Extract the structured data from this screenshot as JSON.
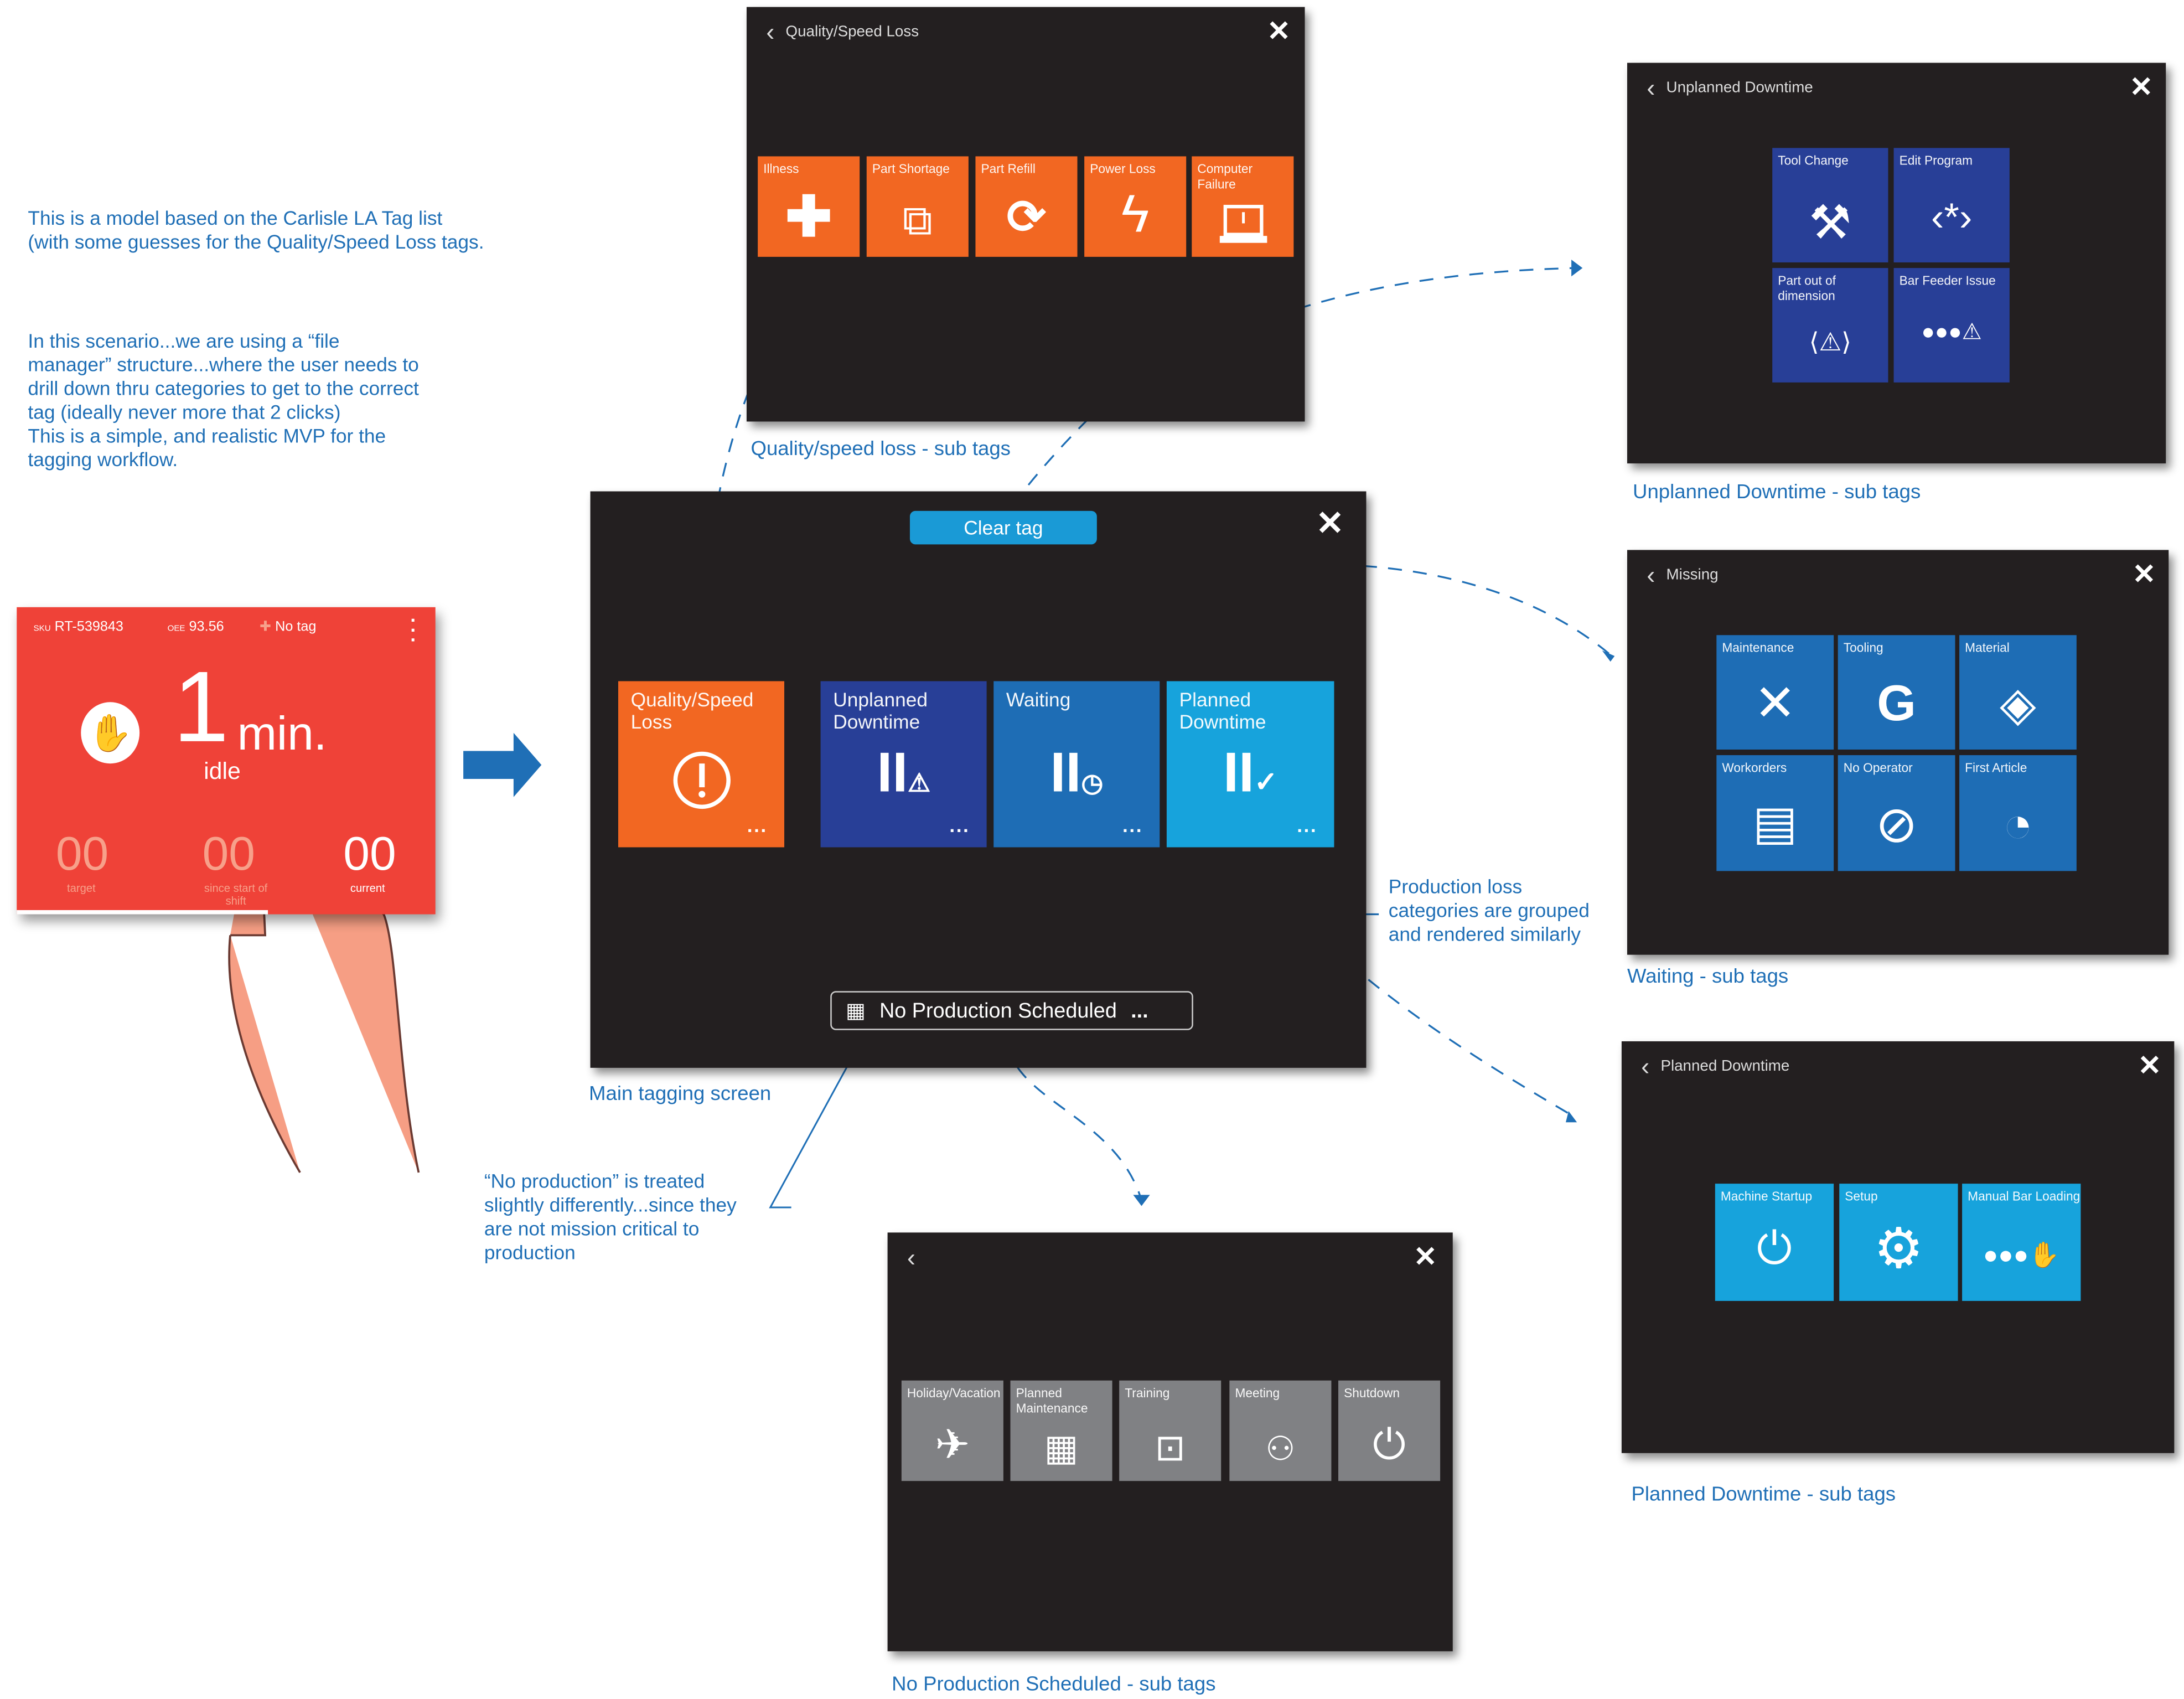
{
  "notes": {
    "intro": "This is a model based on the Carlisle LA Tag list\n(with some guesses for the Quality/Speed Loss tags.",
    "scenario": "In this scenario...we are using a “file\nmanager” structure...where the user needs to\ndrill down thru categories to get to the correct\ntag (ideally never more that 2 clicks)\nThis is a simple, and realistic MVP for the\ntagging workflow.",
    "production_loss": "Production loss\ncategories are grouped\nand rendered similarly",
    "no_production": "“No production” is treated\nslightly differently...since they\nare not mission critical to\nproduction"
  },
  "tablet": {
    "sku_label": "SKU",
    "sku": "RT-539843",
    "oee_label": "OEE",
    "oee": "93.56",
    "tag": "No tag",
    "duration": "1",
    "unit": "min.",
    "state": "idle",
    "target_value": "00",
    "target_label": "target",
    "since_value": "00",
    "since_label": "since start of shift",
    "current_value": "00",
    "current_label": "current",
    "progress": 0.6,
    "color": "#ef4238"
  },
  "main": {
    "caption": "Main tagging screen",
    "clear_tag": "Clear tag",
    "tiles": [
      {
        "label": "Quality/Speed Loss",
        "color": "#f26722",
        "icon": "alert-circle-icon"
      },
      {
        "label": "Unplanned Downtime",
        "color": "#283f97",
        "icon": "pause-warning-icon"
      },
      {
        "label": "Waiting",
        "color": "#1e6db5",
        "icon": "pause-clock-icon"
      },
      {
        "label": "Planned Downtime",
        "color": "#17a3dc",
        "icon": "pause-check-icon"
      }
    ],
    "more": "...",
    "no_production": "No Production Scheduled"
  },
  "quality": {
    "title": "Quality/Speed Loss",
    "caption": "Quality/speed loss - sub tags",
    "tiles": [
      "Illness",
      "Part Shortage",
      "Part Refill",
      "Power Loss",
      "Computer Failure"
    ]
  },
  "unplanned": {
    "title": "Unplanned Downtime",
    "caption": "Unplanned Downtime - sub tags",
    "tiles": [
      "Tool Change",
      "Edit Program",
      "Part out of dimension",
      "Bar Feeder Issue"
    ]
  },
  "waiting": {
    "title": "Missing",
    "caption": "Waiting - sub tags",
    "tiles": [
      "Maintenance",
      "Tooling",
      "Material",
      "Workorders",
      "No Operator",
      "First Article"
    ]
  },
  "planned": {
    "title": "Planned Downtime",
    "caption": "Planned Downtime - sub tags",
    "tiles": [
      "Machine Startup",
      "Setup",
      "Manual Bar Loading"
    ]
  },
  "noprod": {
    "caption": "No Production Scheduled - sub tags",
    "tiles": [
      "Holiday/Vacation",
      "Planned Maintenance",
      "Training",
      "Meeting",
      "Shutdown"
    ]
  }
}
